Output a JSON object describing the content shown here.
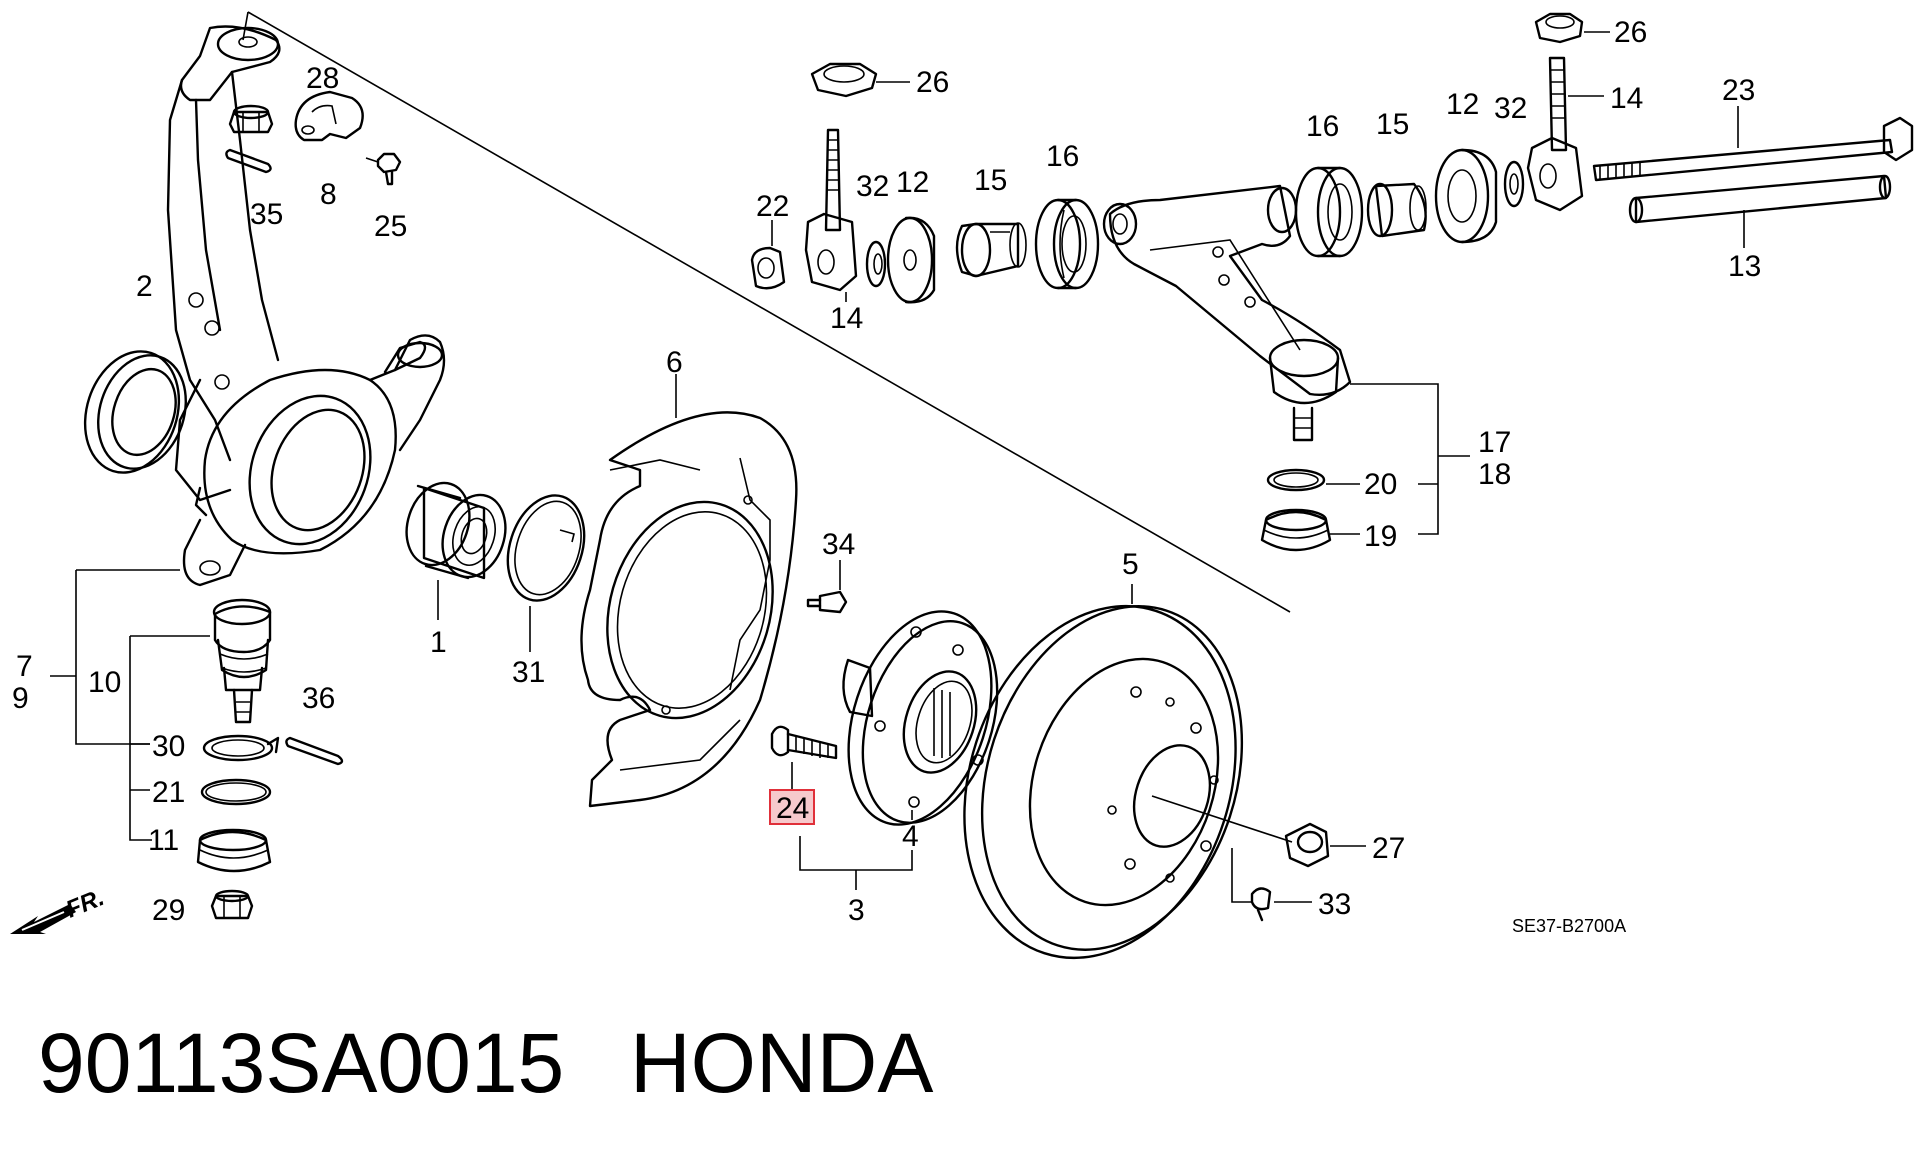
{
  "part_number": "90113SA0015",
  "brand": "HONDA",
  "diagram_code": "SE37-B2700A",
  "front_indicator": "FR.",
  "highlighted_callout": "24",
  "callouts": {
    "c1": "1",
    "c2": "2",
    "c3": "3",
    "c4": "4",
    "c5": "5",
    "c6": "6",
    "c7": "7",
    "c8": "8",
    "c9": "9",
    "c10": "10",
    "c11": "11",
    "c12a": "12",
    "c12b": "12",
    "c13": "13",
    "c14a": "14",
    "c14b": "14",
    "c15a": "15",
    "c15b": "15",
    "c16a": "16",
    "c16b": "16",
    "c17": "17",
    "c18": "18",
    "c19": "19",
    "c20": "20",
    "c21": "21",
    "c22": "22",
    "c23": "23",
    "c24": "24",
    "c25": "25",
    "c26a": "26",
    "c26b": "26",
    "c27": "27",
    "c28": "28",
    "c29": "29",
    "c30": "30",
    "c31": "31",
    "c32a": "32",
    "c32b": "32",
    "c33": "33",
    "c34": "34",
    "c35": "35",
    "c36": "36"
  },
  "colors": {
    "highlight_fill": "#f6c9cc",
    "highlight_stroke": "#e0303a",
    "ink": "#000000"
  }
}
